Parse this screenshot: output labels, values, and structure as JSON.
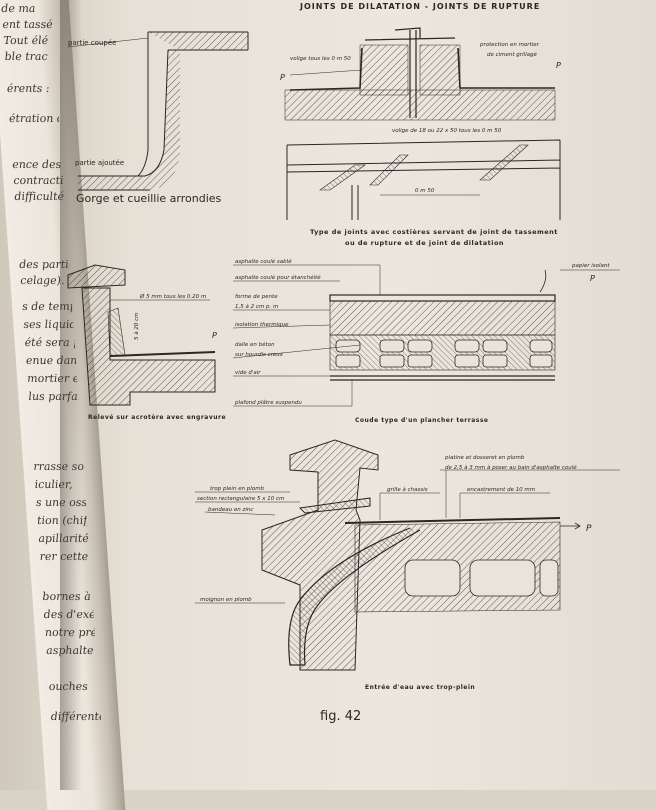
{
  "header": {
    "title": "JOINTS DE DILATATION - JOINTS DE RUPTURE"
  },
  "left_page_fragments": [
    "de ma",
    "ent tassé",
    "Tout élé",
    "ble trac",
    "érents :",
    "étration de l'",
    "ence des élém",
    "contractions",
    "difficulté d'",
    "des parties",
    "celage).",
    "s de tempér",
    "ses liquides qui",
    "été sera plus",
    "enue dans les",
    "mortier et",
    "lus parfaite.",
    "rrasse sont très",
    "iculier,",
    "s une ossature",
    "tion (chiffes)",
    "apillarité",
    "rer cette protection",
    "bornes à l'inclure",
    "des d'exécution",
    "notre préférence",
    "asphalte",
    "ouches",
    "différentes"
  ],
  "fig_gorge": {
    "label_cut": "partie coupée",
    "label_added": "partie ajoutée",
    "caption": "Gorge et cueillie arrondies"
  },
  "fig_joint": {
    "volige": "volige tous les 0 m 50",
    "protection_1": "protection en mortier",
    "protection_2": "de ciment grillagé",
    "p": "P",
    "plan_volige": "volige de 18 ou 22 x 50 tous les 0 m 50",
    "plan_dim": "0 m 50",
    "caption_1": "Type de joints avec costières servant de joint de tassement",
    "caption_2": "ou de rupture et de joint de dilatation"
  },
  "fig_releve": {
    "anchor": "Ø 5 mm tous les 0.20 m",
    "height": "5 à 20 cm",
    "p": "P",
    "caption": "Relevé sur acrotère avec engravure"
  },
  "fig_plancher": {
    "labels": [
      "asphalte coulé sablé",
      "asphalte coulé pour étanchéité",
      "forme de pente",
      "1,5 à 2 cm p. m",
      "isolation thermique",
      "dalle en béton",
      "sur hourdis creux",
      "vide d'air",
      "plafond plâtre suspendu"
    ],
    "paper": "papier isolant",
    "p": "P",
    "caption": "Coude type d'un plancher terrasse"
  },
  "fig_entree": {
    "platine_1": "platine et dosseret en plomb",
    "platine_2": "de 2,5 à 3 mm à poser au bain d'asphalte coulé",
    "trop_plein_1": "trop plein en plomb",
    "trop_plein_2": "section rectangulaire 5 x 10 cm",
    "bandeau": "bandeau en zinc",
    "grille": "grille à chassis",
    "encastrement": "encastrement de 10 mm",
    "moignon": "moignon en plomb",
    "p": "P",
    "caption": "Entrée d'eau avec trop-plein"
  },
  "figure_number": "fig. 42"
}
